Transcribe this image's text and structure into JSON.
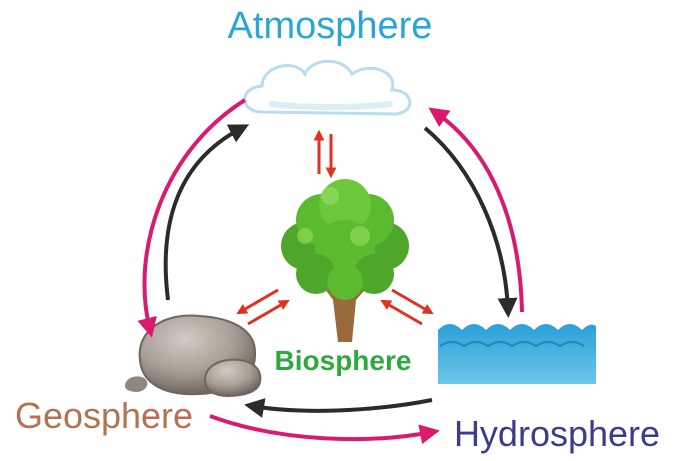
{
  "labels": {
    "atmosphere": "Atmosphere",
    "biosphere": "Biosphere",
    "geosphere": "Geosphere",
    "hydrosphere": "Hydrosphere"
  },
  "colors": {
    "atmosphere_text": "#2aa6d6",
    "biosphere_text": "#2eaa3c",
    "geosphere_text": "#b5724f",
    "hydrosphere_text": "#3e3a8c",
    "magenta_arrow": "#d81b70",
    "dark_arrow": "#2b2b2b",
    "red_arrow": "#e0321e",
    "water": "#3fb0dd",
    "leaf": "#5cba2e",
    "trunk": "#9b6a3c",
    "rock": "#a79e95",
    "cloud_edge": "#b9dcef"
  },
  "icons": [
    "cloud-icon",
    "tree-icon",
    "rock-icon",
    "water-icon"
  ]
}
